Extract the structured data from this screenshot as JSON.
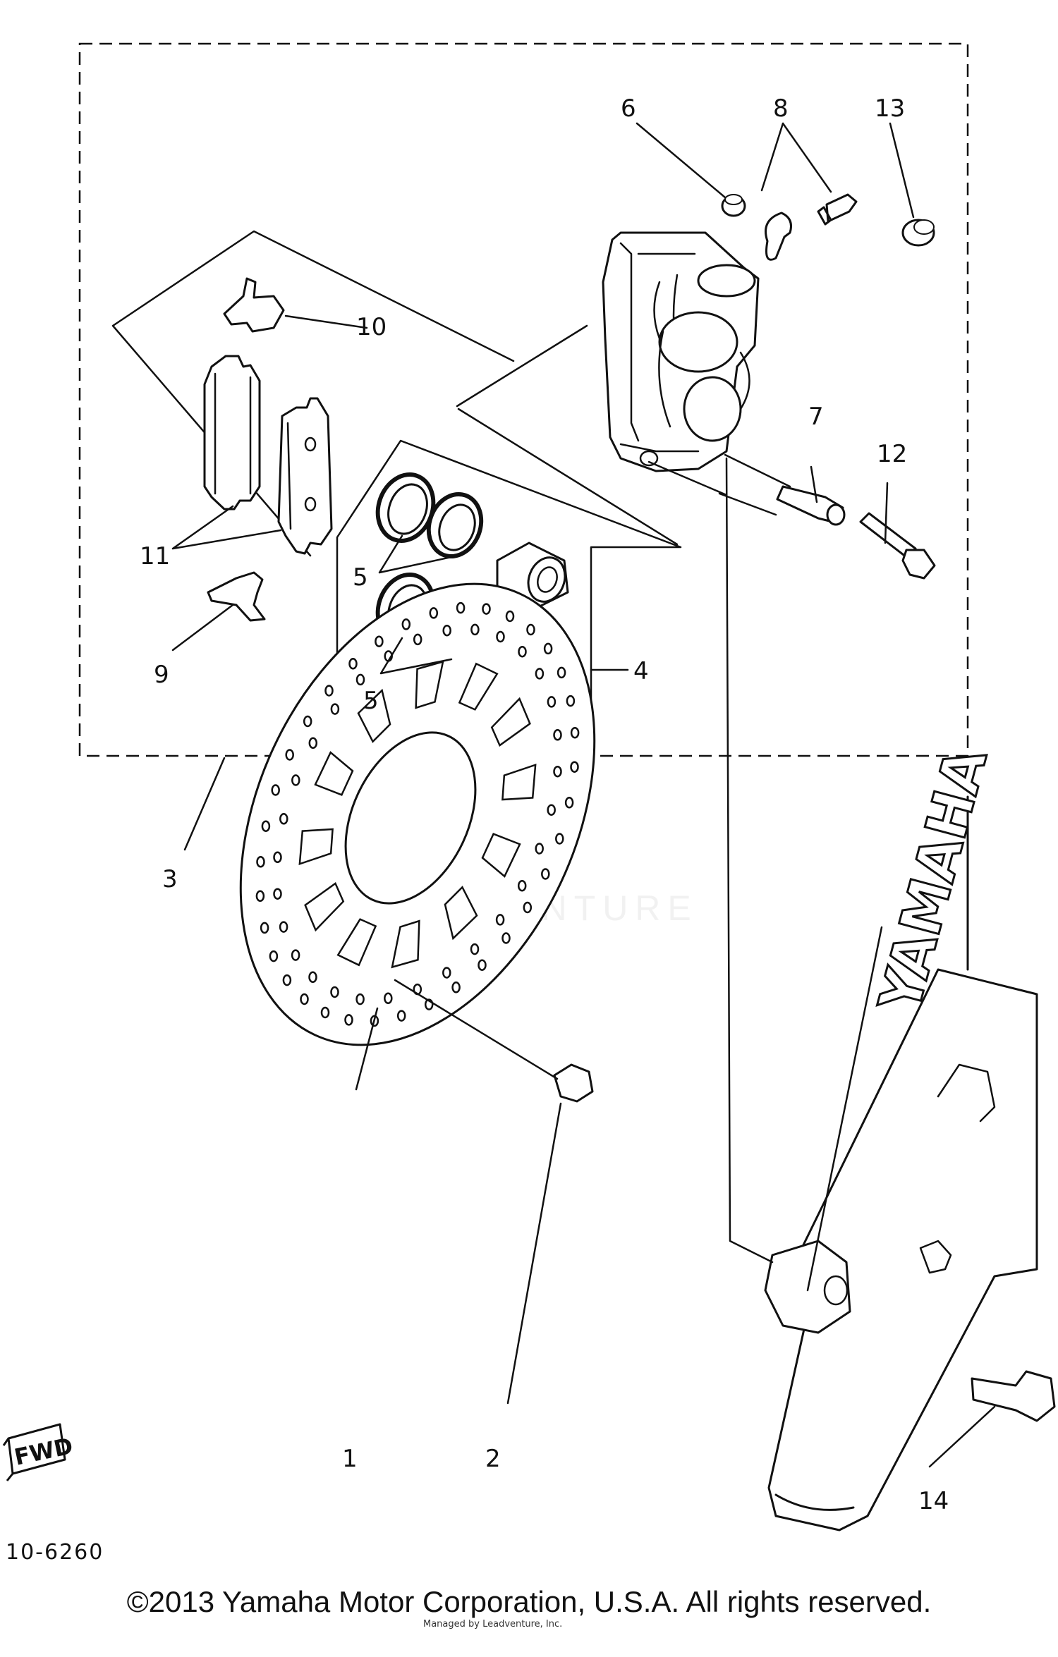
{
  "diagram": {
    "callouts": [
      {
        "id": "1",
        "text": "1"
      },
      {
        "id": "2",
        "text": "2"
      },
      {
        "id": "3",
        "text": "3"
      },
      {
        "id": "4",
        "text": "4"
      },
      {
        "id": "5a",
        "text": "5"
      },
      {
        "id": "5b",
        "text": "5"
      },
      {
        "id": "6",
        "text": "6"
      },
      {
        "id": "7",
        "text": "7"
      },
      {
        "id": "8",
        "text": "8"
      },
      {
        "id": "9",
        "text": "9"
      },
      {
        "id": "10",
        "text": "10"
      },
      {
        "id": "11",
        "text": "11"
      },
      {
        "id": "12",
        "text": "12"
      },
      {
        "id": "13",
        "text": "13"
      },
      {
        "id": "14",
        "text": "14"
      }
    ],
    "fork_brand": "YAMAHA",
    "fwd_label": "FWD",
    "drawing_code": "10-6260",
    "watermark": "LEADVENTURE"
  },
  "footer": {
    "copyright": "©2013 Yamaha Motor Corporation, U.S.A. All rights reserved.",
    "credit": "Managed by Leadventure, Inc."
  },
  "colors": {
    "ink": "#111111",
    "background": "#ffffff",
    "watermark": "#d9d9d9"
  }
}
